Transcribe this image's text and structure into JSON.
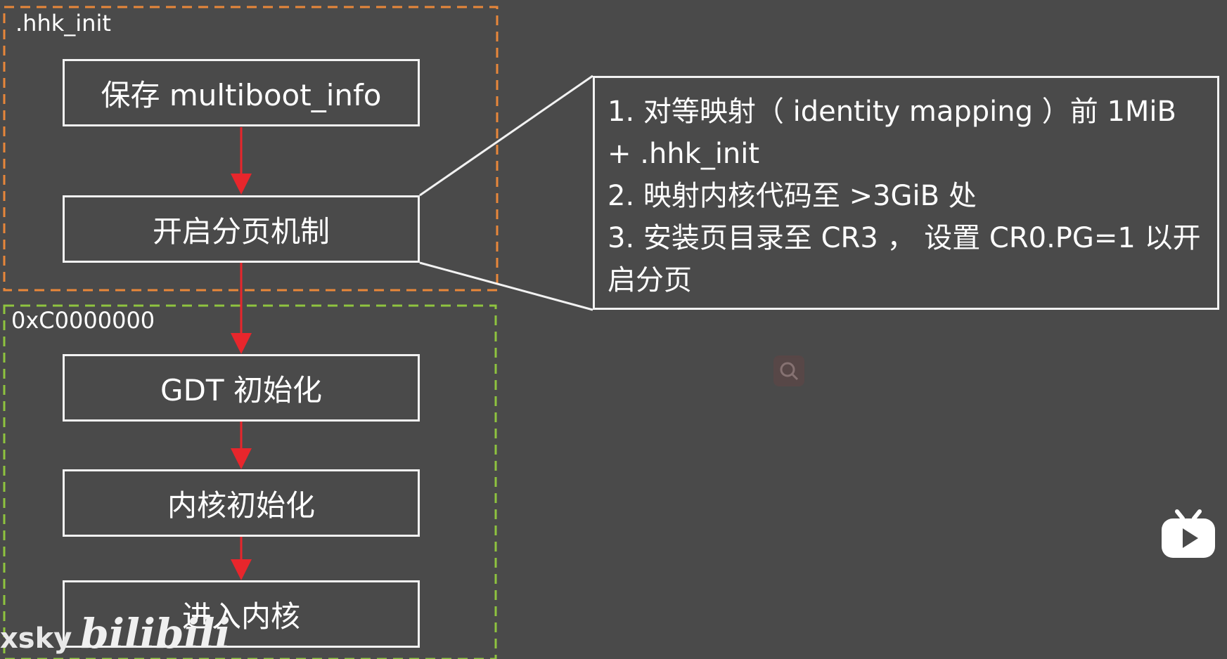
{
  "groups": {
    "init_section": {
      "label": ".hhk_init",
      "border_color": "#e8873a"
    },
    "kernel_section": {
      "label": "0xC0000000",
      "border_color": "#8fc43f"
    }
  },
  "steps": [
    {
      "label": "保存 multiboot_info"
    },
    {
      "label": "开启分页机制"
    },
    {
      "label": "GDT 初始化"
    },
    {
      "label": "内核初始化"
    },
    {
      "label": "进入内核"
    }
  ],
  "detail": {
    "items": [
      "1. 对等映射（ identity mapping ）前 1MiB + .hhk_init",
      "2. 映射内核代码至 >3GiB 处",
      "3. 安装页目录至 CR3 ， 设置 CR0.PG=1 以开启分页"
    ]
  },
  "watermark": {
    "user": "xsky",
    "brand": "bilibili"
  },
  "icons": {
    "search": "search-icon",
    "player": "bilibili-tv-icon"
  },
  "colors": {
    "arrow": "#e8262c",
    "box_border": "#f2f2f2",
    "background": "#4a4a4a"
  }
}
